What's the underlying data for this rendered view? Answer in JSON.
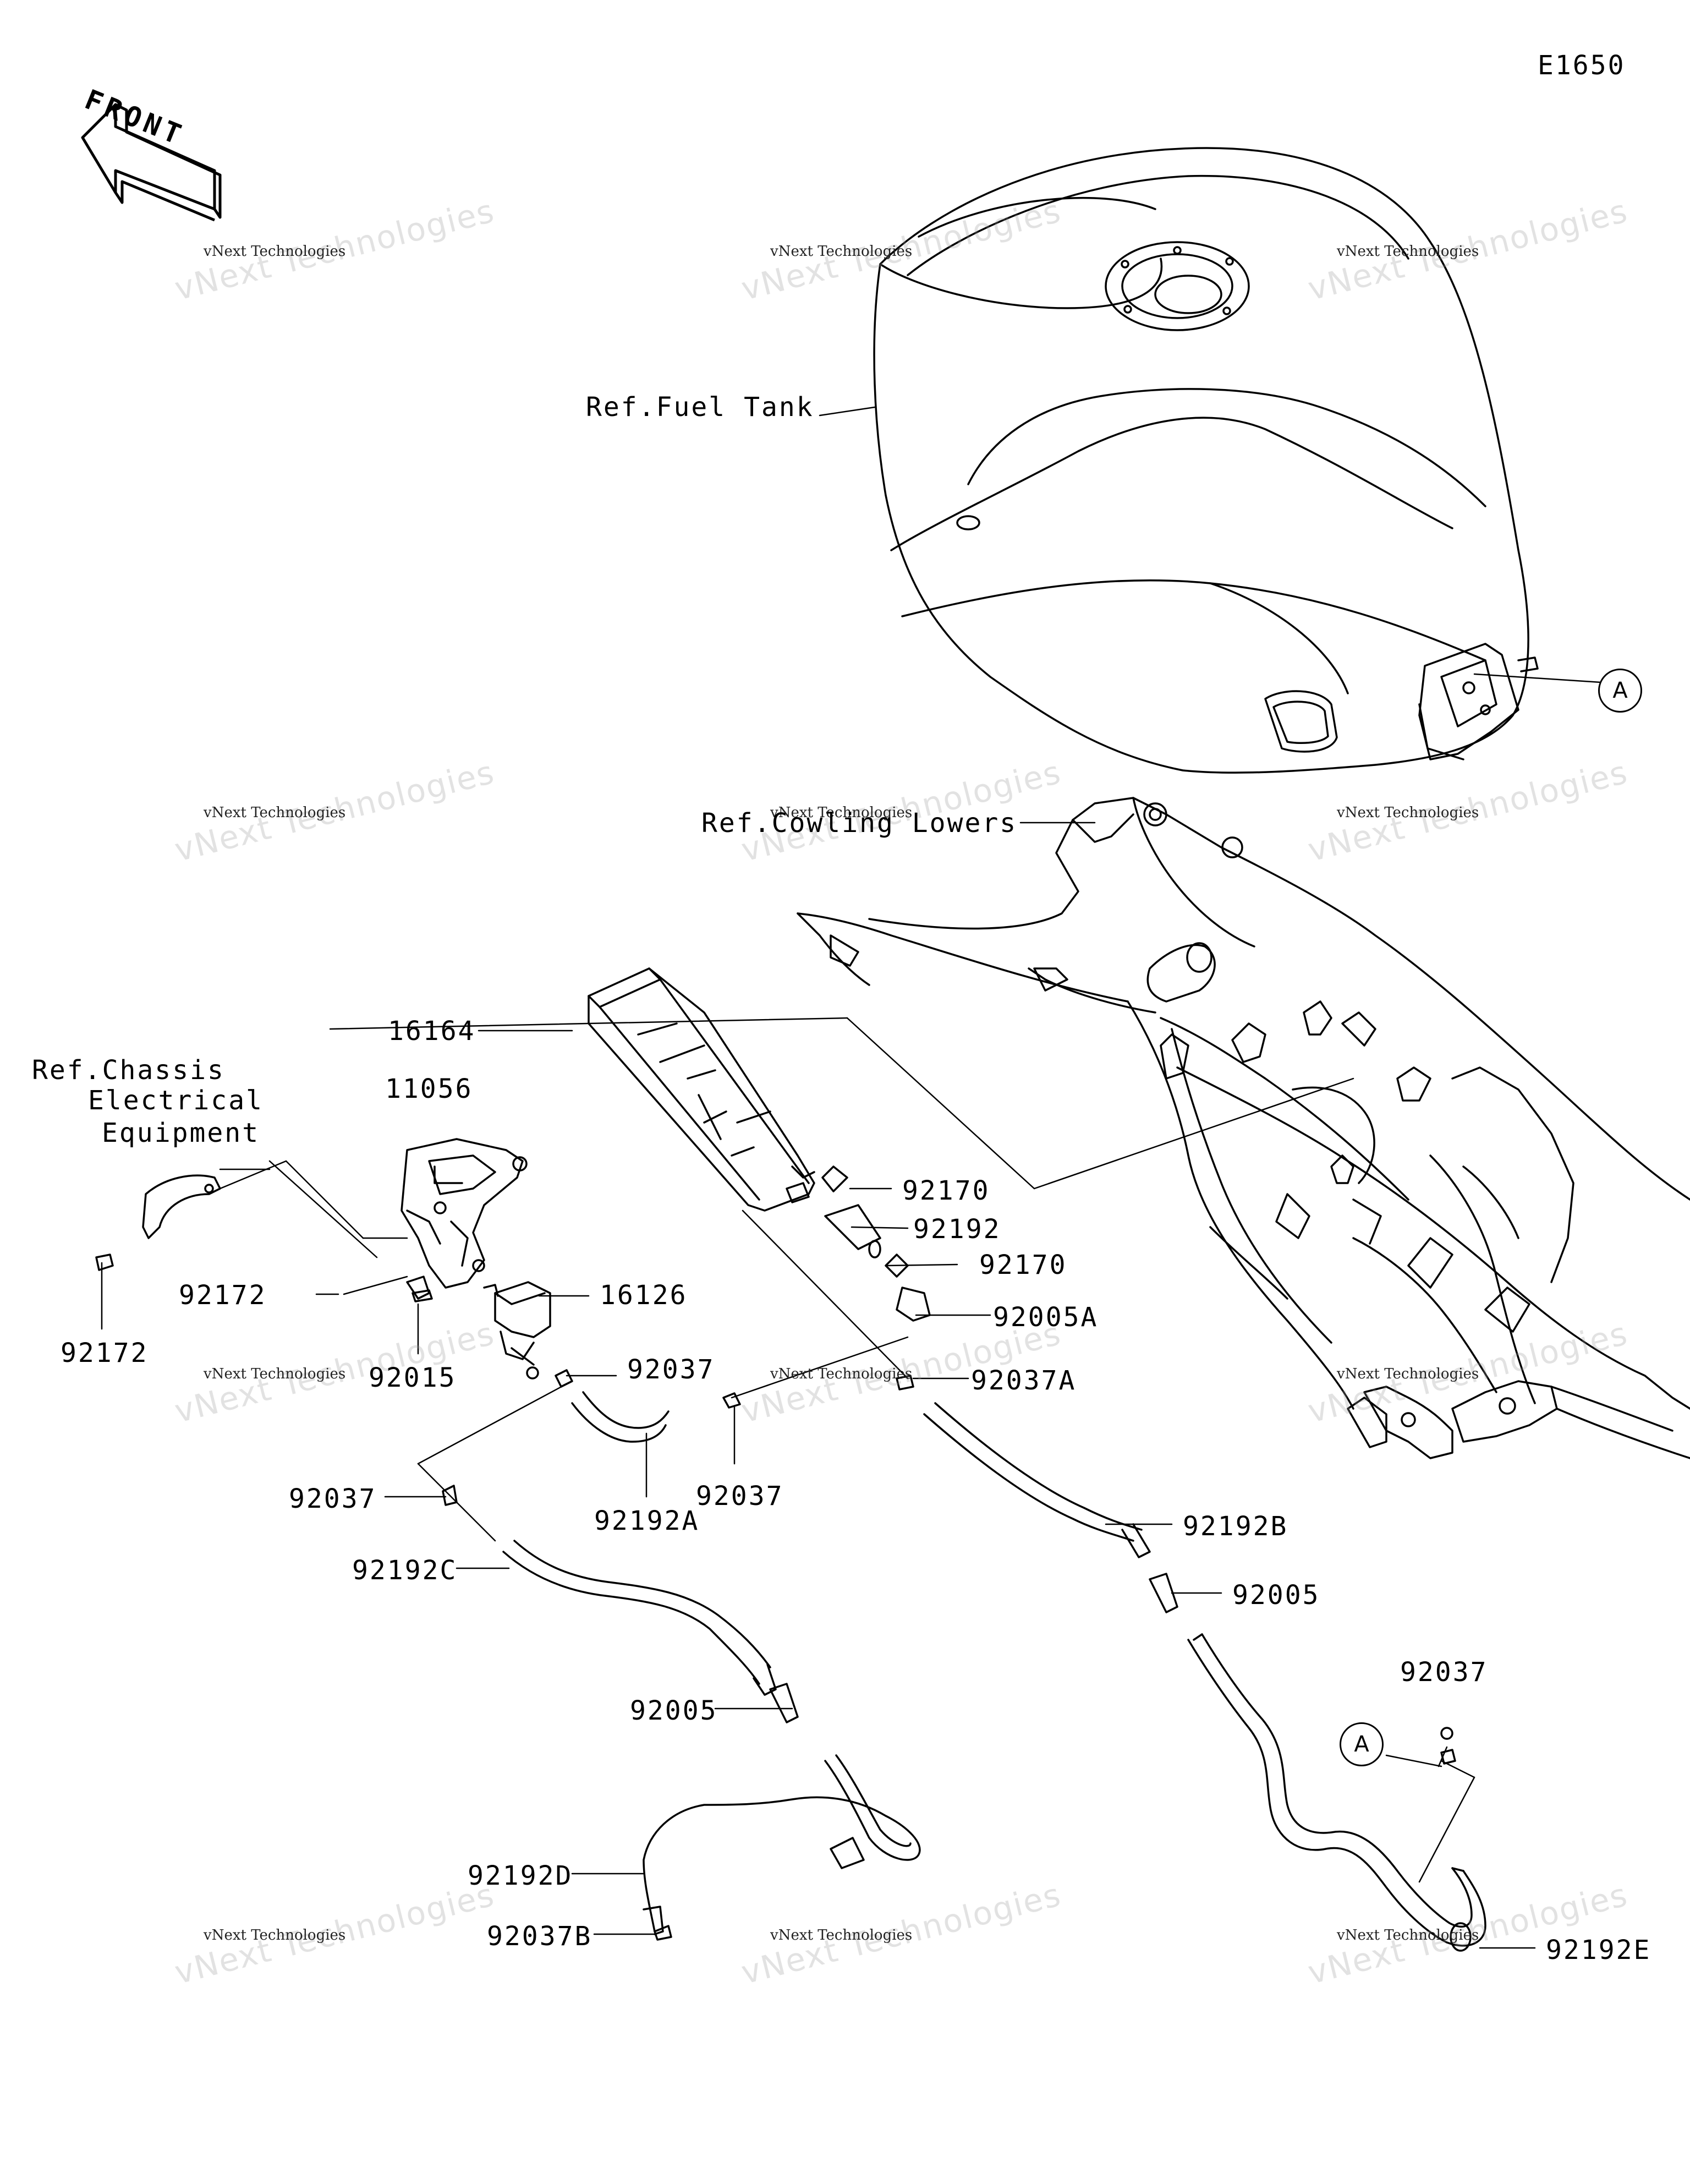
{
  "diagram_code": "E1650",
  "front_label": "FRONT",
  "references": {
    "fuel_tank": "Ref.Fuel Tank",
    "cowling_lowers": "Ref.Cowling Lowers",
    "chassis_line1": "Ref.Chassis",
    "chassis_line2": "Electrical",
    "chassis_line3": "Equipment"
  },
  "connector_marks": {
    "top": "A",
    "bottom": "A"
  },
  "parts": [
    "16164",
    "11056",
    "92170",
    "92192",
    "92170",
    "92172",
    "16126",
    "92005A",
    "92172",
    "92015",
    "92037",
    "92037A",
    "92037",
    "92192A",
    "92037",
    "92192B",
    "92192C",
    "92005",
    "92037",
    "92005",
    "92192D",
    "92037B",
    "92192E"
  ],
  "watermark": {
    "big": "vNext Technologies",
    "small": "vNext Technologies"
  }
}
